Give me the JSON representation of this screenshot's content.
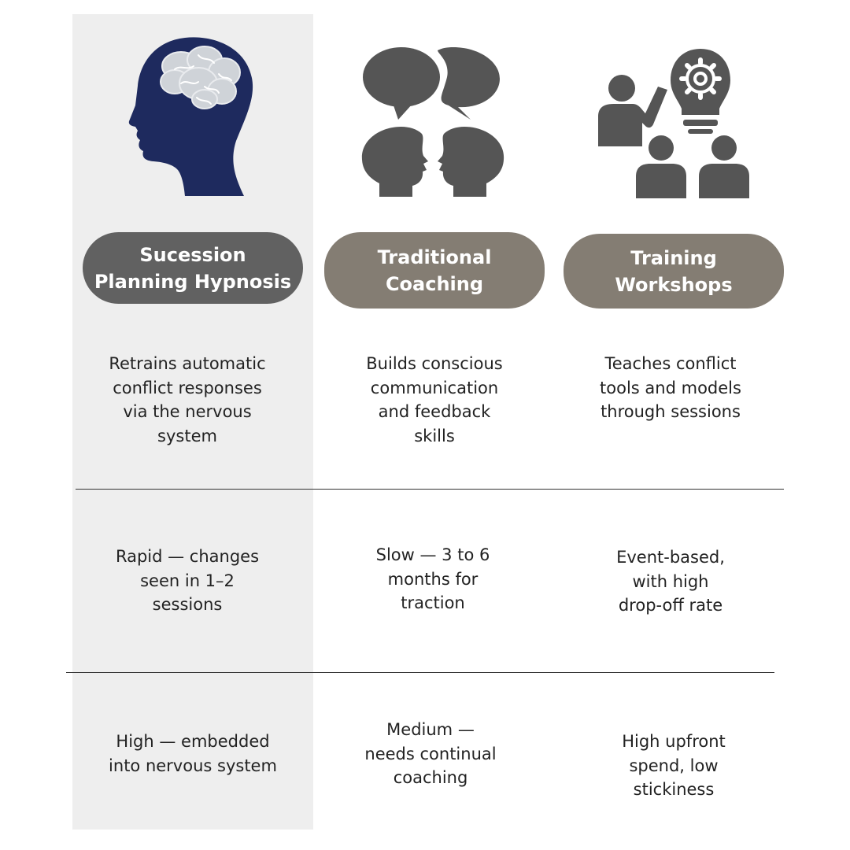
{
  "columns": [
    {
      "title_line1": "Sucession",
      "title_line2": "Planning Hypnosis",
      "icon": "brain-head-icon",
      "color": "#616161"
    },
    {
      "title_line1": "Traditional",
      "title_line2": "Coaching",
      "icon": "conversation-heads-icon",
      "color": "#847d73"
    },
    {
      "title_line1": "Training",
      "title_line2": "Workshops",
      "icon": "presenter-lightbulb-icon",
      "color": "#847d73"
    }
  ],
  "rows": [
    {
      "cells": [
        [
          "Retrains automatic",
          "conflict responses",
          "via the nervous",
          "system"
        ],
        [
          "Builds conscious",
          "communication",
          "and feedback",
          "skills"
        ],
        [
          "Teaches conflict",
          "tools and models",
          "through sessions"
        ]
      ]
    },
    {
      "cells": [
        [
          "Rapid — changes",
          "seen in 1–2",
          "sessions"
        ],
        [
          "Slow — 3 to 6",
          "months for",
          "traction"
        ],
        [
          "Event-based,",
          "with high",
          "drop-off rate"
        ]
      ]
    },
    {
      "cells": [
        [
          "High — embedded",
          "into nervous system"
        ],
        [
          "Medium —",
          "needs continual",
          "coaching"
        ],
        [
          "High upfront",
          "spend, low",
          "stickiness"
        ]
      ]
    }
  ],
  "colors": {
    "highlight_column": "#eeeeee",
    "brain_head": "#1e2a5e",
    "icon_gray": "#555555"
  }
}
